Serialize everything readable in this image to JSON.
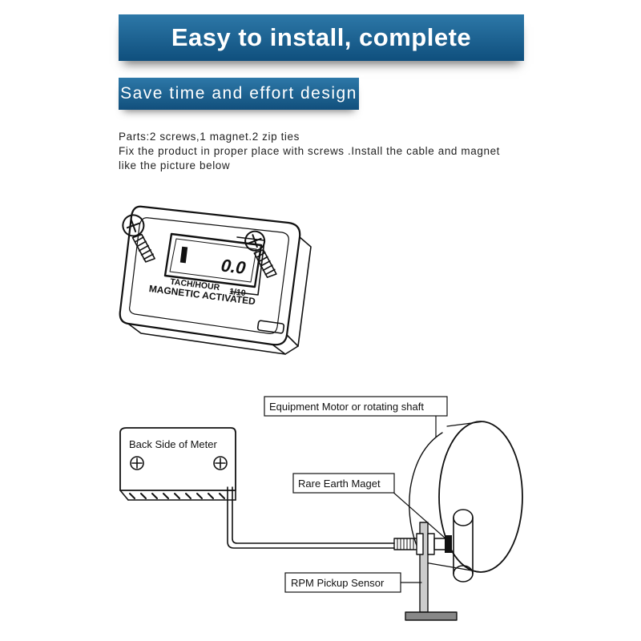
{
  "banner": {
    "title": "Easy to install, complete accessories",
    "subtitle": "Save time and effort design"
  },
  "description": {
    "line1": "Parts:2 screws,1 magnet.2 zip ties",
    "line2": "Fix the  product in proper place with screws .Install the cable and magnet",
    "line3": "like the picture below"
  },
  "meter": {
    "display_value": "0.0",
    "mode_label": "TACH/HOUR",
    "fraction_label": "1/10",
    "activation_label": "MAGNETIC ACTIVATED"
  },
  "diagram": {
    "back_side_label": "Back Side of Meter",
    "motor_label": "Equipment Motor or rotating shaft",
    "magnet_label": "Rare Earth Maget",
    "sensor_label": "RPM Pickup Sensor"
  },
  "icons": [
    "screw-icon",
    "magnet-icon",
    "sensor-icon"
  ]
}
